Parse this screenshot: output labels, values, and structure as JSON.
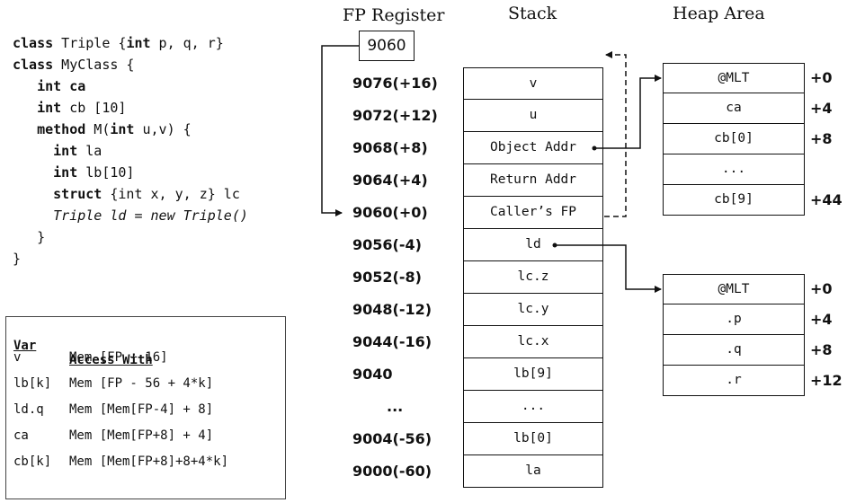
{
  "headings": {
    "fp_register": "FP Register",
    "stack": "Stack",
    "heap": "Heap Area"
  },
  "code": [
    [
      {
        "t": "class",
        "s": "b"
      },
      {
        "t": " Triple {"
      },
      {
        "t": "int",
        "s": "b"
      },
      {
        "t": " p, q, r}"
      }
    ],
    [
      {
        "t": "class",
        "s": "b"
      },
      {
        "t": " MyClass {"
      }
    ],
    [
      {
        "t": "   "
      },
      {
        "t": "int",
        "s": "b"
      },
      {
        "t": " ca",
        "s": "b"
      }
    ],
    [
      {
        "t": "   "
      },
      {
        "t": "int",
        "s": "b"
      },
      {
        "t": " cb [10]"
      }
    ],
    [
      {
        "t": "   "
      },
      {
        "t": "method",
        "s": "b"
      },
      {
        "t": " M("
      },
      {
        "t": "int",
        "s": "b"
      },
      {
        "t": " u,v) {"
      }
    ],
    [
      {
        "t": "     "
      },
      {
        "t": "int",
        "s": "b"
      },
      {
        "t": " la"
      }
    ],
    [
      {
        "t": "     "
      },
      {
        "t": "int",
        "s": "b"
      },
      {
        "t": " lb[10]"
      }
    ],
    [
      {
        "t": "     "
      },
      {
        "t": "struct",
        "s": "b"
      },
      {
        "t": " {int x, y, z} lc"
      }
    ],
    [
      {
        "t": "     "
      },
      {
        "t": "Triple ld = new Triple()",
        "s": "i"
      }
    ],
    [
      {
        "t": "   }"
      }
    ],
    [
      {
        "t": "}"
      }
    ]
  ],
  "access_table": {
    "headers": [
      "Var",
      "Access With"
    ],
    "rows": [
      [
        "v",
        "Mem [FP + 16]"
      ],
      [
        "lb[k]",
        "Mem [FP - 56 + 4*k]"
      ],
      [
        "ld.q",
        "Mem [Mem[FP-4] + 8]"
      ],
      [
        "ca",
        "Mem [Mem[FP+8] + 4]"
      ],
      [
        "cb[k]",
        "Mem [Mem[FP+8]+8+4*k]"
      ]
    ]
  },
  "fp_register": {
    "value": "9060"
  },
  "stack": {
    "addresses": [
      "9076(+16)",
      "9072(+12)",
      "9068(+8)",
      "9064(+4)",
      "9060(+0)",
      "9056(-4)",
      "9052(-8)",
      "9048(-12)",
      "9044(-16)",
      "9040",
      "...",
      "9004(-56)",
      "9000(-60)"
    ],
    "cells": [
      "v",
      "u",
      "Object Addr",
      "Return Addr",
      "Caller’s FP",
      "ld",
      "lc.z",
      "lc.y",
      "lc.x",
      "lb[9]",
      "...",
      "lb[0]",
      "la"
    ]
  },
  "heap_object": {
    "cells": [
      "@MLT",
      "ca",
      "cb[0]",
      "...",
      "cb[9]"
    ],
    "offsets": [
      "+0",
      "+4",
      "+8",
      "",
      "+44"
    ]
  },
  "heap_triple": {
    "cells": [
      "@MLT",
      ".p",
      ".q",
      ".r"
    ],
    "offsets": [
      "+0",
      "+4",
      "+8",
      "+12"
    ]
  }
}
